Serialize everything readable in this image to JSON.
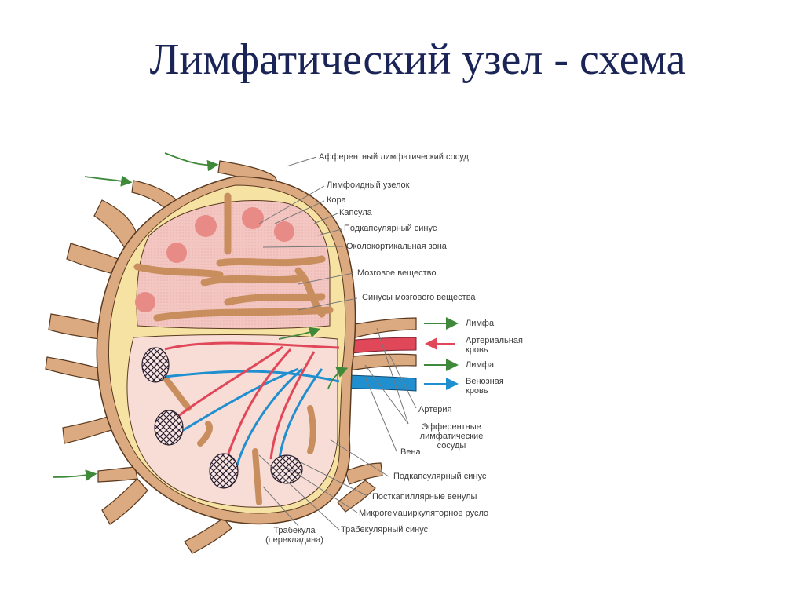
{
  "title": "Лимфатический узел - схема",
  "colors": {
    "title": "#1a2456",
    "capsule_tan": "#d9a577",
    "subcapsular_yellow": "#f6e3a4",
    "cortex_pink": "#f3c6c2",
    "follicle_red": "#e88a86",
    "artery_red": "#e0485a",
    "vein_blue": "#1f8fd0",
    "lymph_arrow_green": "#3f8a3a",
    "leader_line": "#777777"
  },
  "labels": {
    "afferent_vessel": "Афферентный лимфатический сосуд",
    "lymphoid_nodule": "Лимфоидный узелок",
    "cortex": "Кора",
    "capsule": "Капсула",
    "subcapsular_sinus_top": "Подкапсулярный синус",
    "paracortical_zone": "Околокортикальная зона",
    "medulla": "Мозговое вещество",
    "medullary_sinuses": "Синусы мозгового вещества",
    "artery": "Артерия",
    "efferent_vessels_1": "Эфферентные",
    "efferent_vessels_2": "лимфатические",
    "efferent_vessels_3": "сосуды",
    "vein": "Вена",
    "subcapsular_sinus_bottom": "Подкапсулярный синус",
    "postcapillary_venules": "Посткапиллярные венулы",
    "microcirculation": "Микрогемациркуляторное русло",
    "trabecular_sinus": "Трабекулярный синус",
    "trabecula_1": "Трабекула",
    "trabecula_2": "(перекладина)"
  },
  "legend": [
    {
      "direction": "out",
      "color": "#3f8a3a",
      "label_1": "Лимфа",
      "label_2": ""
    },
    {
      "direction": "in",
      "color": "#e0485a",
      "label_1": "Артериальная",
      "label_2": "кровь"
    },
    {
      "direction": "out",
      "color": "#3f8a3a",
      "label_1": "Лимфа",
      "label_2": ""
    },
    {
      "direction": "out",
      "color": "#1f8fd0",
      "label_1": "Венозная",
      "label_2": "кровь"
    }
  ]
}
